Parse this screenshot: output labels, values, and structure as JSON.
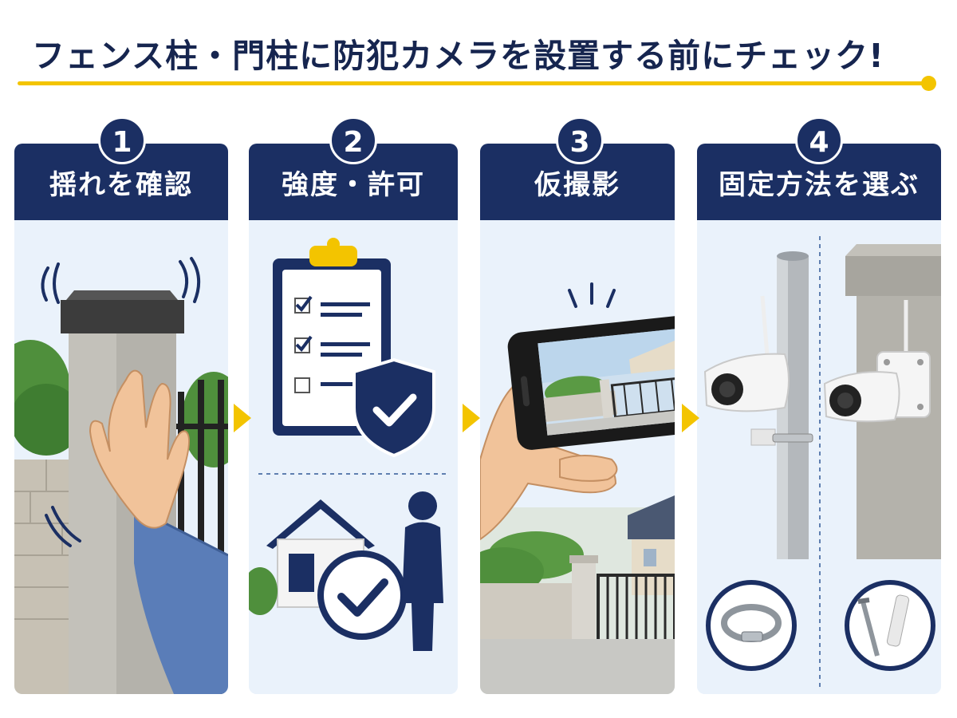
{
  "header": {
    "title": "フェンス柱・門柱に防犯カメラを設置する前にチェック!"
  },
  "colors": {
    "navy": "#1b2f63",
    "accent_yellow": "#f3c400",
    "panel_bg": "#e8f1fb"
  },
  "steps": [
    {
      "number": "1",
      "label": "揺れを確認",
      "icons": [
        "concrete-post",
        "hand",
        "shake-lines",
        "metal-fence",
        "brick-wall",
        "shrubs"
      ]
    },
    {
      "number": "2",
      "label": "強度・許可",
      "icons": [
        "clipboard-checklist",
        "shield-check",
        "house",
        "check-circle",
        "person"
      ]
    },
    {
      "number": "3",
      "label": "仮撮影",
      "icons": [
        "hand-holding-phone",
        "smartphone",
        "gate-scene",
        "house"
      ]
    },
    {
      "number": "4",
      "label": "固定方法を選ぶ",
      "icons": [
        "steel-pipe",
        "camera-with-band",
        "concrete-post",
        "camera-with-screws",
        "hose-clamp",
        "screw-and-anchor"
      ]
    }
  ]
}
